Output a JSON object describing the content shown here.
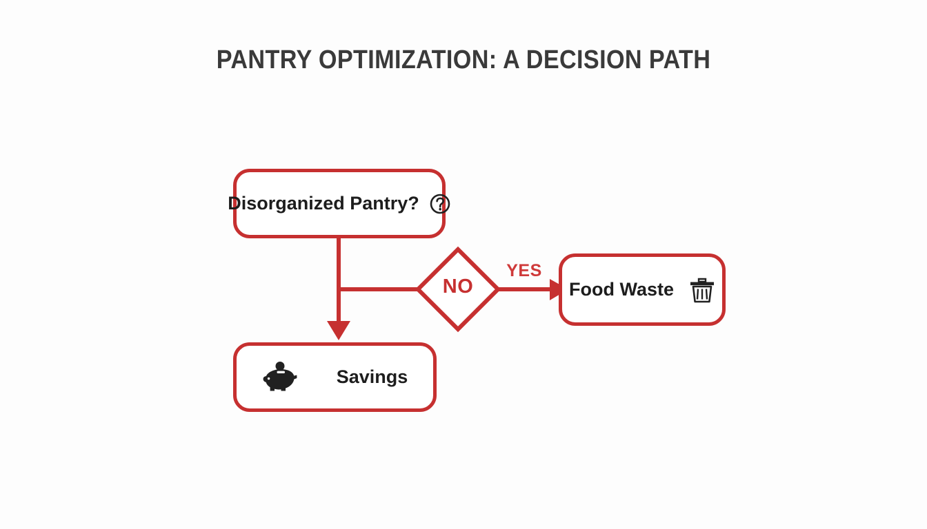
{
  "title": "PANTRY OPTIMIZATION: A DECISION PATH",
  "theme": {
    "background": "#fdfdfd",
    "accent_red": "#c63030",
    "edge_red": "#cf3a3a",
    "title_color": "#3a3a3a",
    "node_text_color": "#1d1d1d",
    "icon_color": "#212121"
  },
  "nodes": [
    {
      "id": "question",
      "label": "Disorganized Pantry?",
      "icon": "circle-question-icon",
      "icon_position": "right",
      "shape": "rounded-rect"
    },
    {
      "id": "food-waste",
      "label": "Food Waste",
      "icon": "trash-can-icon",
      "icon_position": "right",
      "shape": "rounded-rect"
    },
    {
      "id": "savings",
      "label": "Savings",
      "icon": "piggy-bank-icon",
      "icon_position": "left",
      "shape": "rounded-rect"
    }
  ],
  "decision": {
    "id": "decision",
    "label": "NO",
    "shape": "diamond"
  },
  "edges": [
    {
      "id": "edge-yes",
      "label": "YES",
      "from": "decision",
      "to": "food-waste"
    },
    {
      "id": "edge-no",
      "label": "",
      "from": "question",
      "to": "savings"
    },
    {
      "id": "edge-question-decision",
      "label": "",
      "from": "question",
      "to": "decision"
    }
  ]
}
